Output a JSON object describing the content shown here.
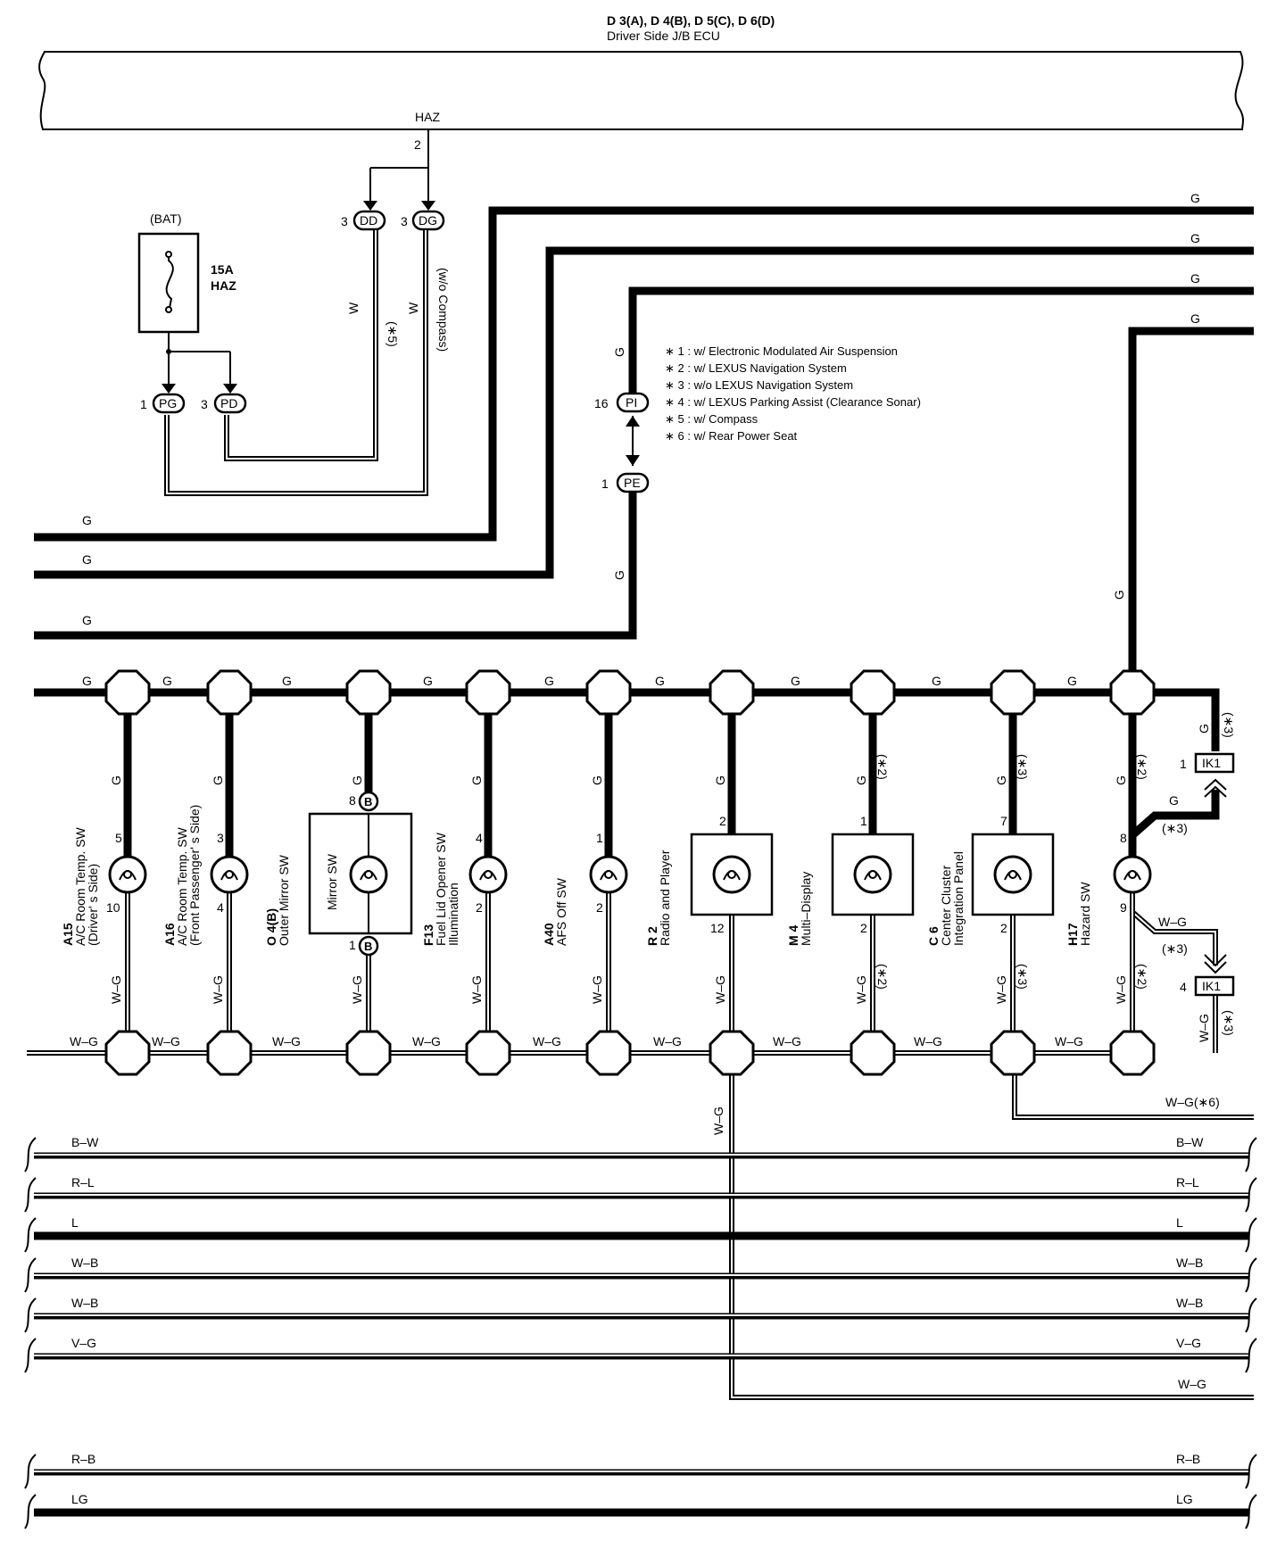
{
  "header": {
    "title": "D 3(A), D 4(B), D 5(C), D 6(D)",
    "subtitle": "Driver Side J/B ECU",
    "terminal": "HAZ",
    "pin": "2"
  },
  "fuse": {
    "source": "(BAT)",
    "rating": "15A",
    "name": "HAZ"
  },
  "connectors": {
    "DD": {
      "name": "DD",
      "pin": "3"
    },
    "DG": {
      "name": "DG",
      "pin": "3"
    },
    "PG": {
      "name": "PG",
      "pin": "1"
    },
    "PD": {
      "name": "PD",
      "pin": "3"
    },
    "PI": {
      "name": "PI",
      "pin": "16"
    },
    "PE": {
      "name": "PE",
      "pin": "1"
    },
    "IK1_top": {
      "name": "IK1",
      "pin": "1"
    },
    "IK1_bot": {
      "name": "IK1",
      "pin": "4"
    }
  },
  "wire_labels": {
    "w": "W",
    "g": "G",
    "wg": "W–G",
    "wg6": "W–G(∗6)",
    "star2": "(∗2)",
    "star3": "(∗3)",
    "star5": "(∗5)",
    "compass": "(w/o Compass)",
    "b": "B"
  },
  "notes": [
    "∗ 1 : w/ Electronic Modulated Air Suspension",
    "∗ 2 : w/ LEXUS Navigation System",
    "∗ 3 : w/o LEXUS Navigation System",
    "∗ 4 : w/ LEXUS Parking Assist (Clearance Sonar)",
    "∗ 5 : w/ Compass",
    "∗ 6 : w/ Rear Power Seat"
  ],
  "components": [
    {
      "code": "A15",
      "lines": [
        "A/C Room Temp.  SW",
        "(Driver' s Side)"
      ],
      "pin_top": "5",
      "pin_bot": "10"
    },
    {
      "code": "A16",
      "lines": [
        "A/C Room Temp.  SW",
        "(Front Passenger' s Side)"
      ],
      "pin_top": "3",
      "pin_bot": "4"
    },
    {
      "code": "O 4(B)",
      "lines": [
        "Outer Mirror SW"
      ],
      "inner": "Mirror SW",
      "pin_top": "8",
      "pin_bot": "1"
    },
    {
      "code": "F13",
      "lines": [
        "Fuel Lid Opener SW",
        "Illumination"
      ],
      "pin_top": "4",
      "pin_bot": "2"
    },
    {
      "code": "A40",
      "lines": [
        "AFS Off SW"
      ],
      "pin_top": "1",
      "pin_bot": "2"
    },
    {
      "code": "R 2",
      "lines": [
        "Radio and Player"
      ],
      "pin_top": "2",
      "pin_bot": "12"
    },
    {
      "code": "M 4",
      "lines": [
        "Multi–Display"
      ],
      "pin_top": "1",
      "pin_bot": "2"
    },
    {
      "code": "C 6",
      "lines": [
        "Center Cluster",
        "Integration Panel"
      ],
      "pin_top": "7",
      "pin_bot": "2"
    },
    {
      "code": "H17",
      "lines": [
        "Hazard SW"
      ],
      "pin_top": "8",
      "pin_bot": "9"
    }
  ],
  "harness_lines": [
    "B–W",
    "R–L",
    "L",
    "W–B",
    "W–B",
    "V–G",
    "R–B",
    "LG"
  ]
}
